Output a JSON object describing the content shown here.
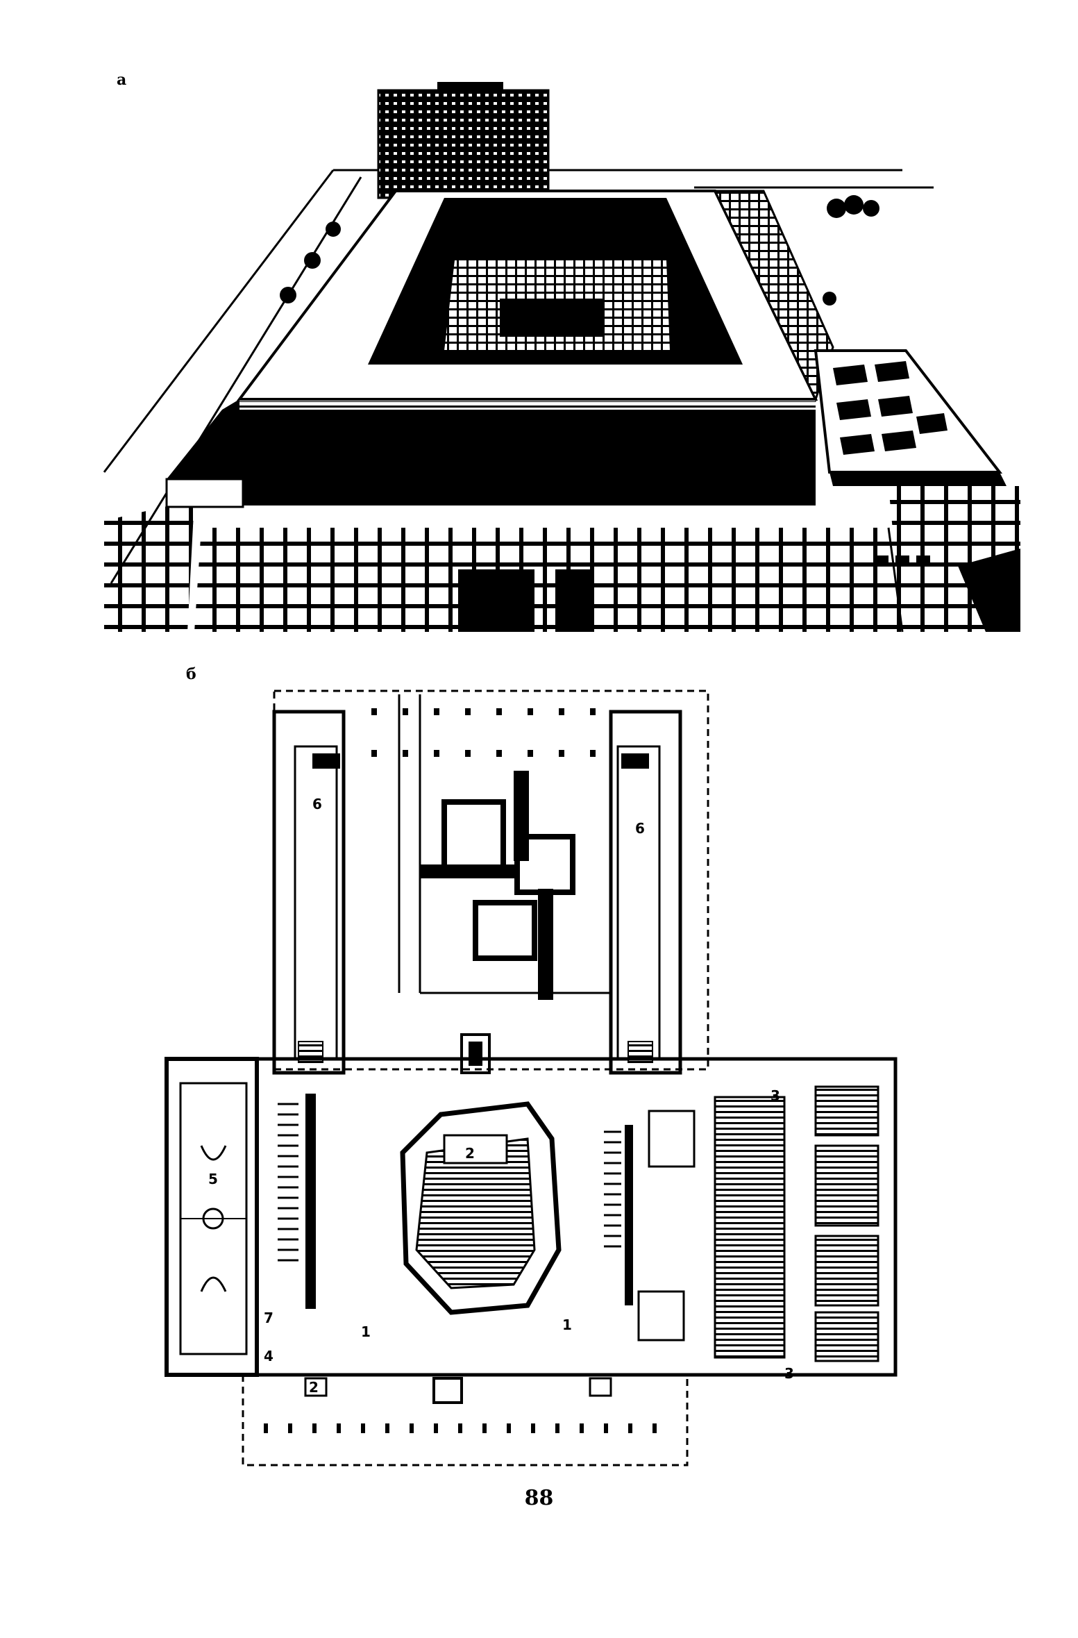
{
  "figure_a": {
    "label": "а"
  },
  "figure_b": {
    "label": "б",
    "room_labels": {
      "auditorium": "2",
      "stair_hall_left": "1",
      "stair_hall_right": "1",
      "stands_top": "3",
      "stands_bottom": "3",
      "sport_hall": "5",
      "entrance_left": "4",
      "lobby_small": "7",
      "wing_left": "6",
      "wing_right": "6",
      "entry_small": "2"
    }
  },
  "page": {
    "number": "88"
  }
}
